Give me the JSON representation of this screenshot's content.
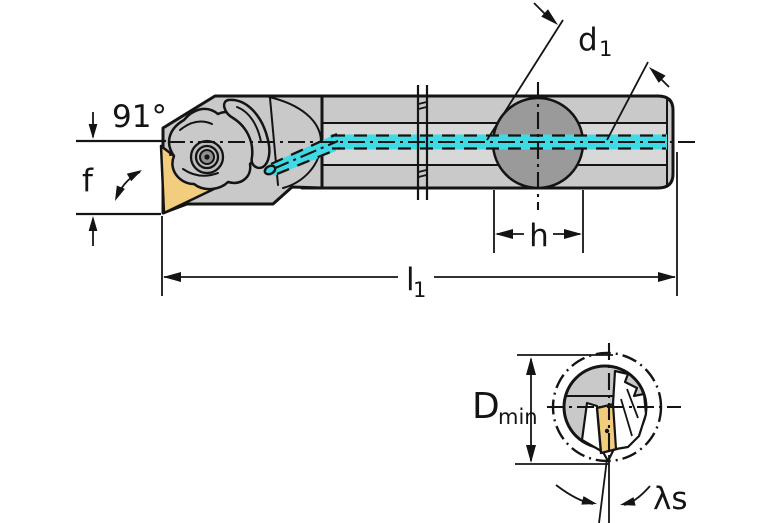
{
  "drawing": {
    "description": "Technical dimension drawing of an internal boring bar with triangular insert and clamp, side view and end view"
  },
  "labels": {
    "entering_angle": "91°",
    "f": "f",
    "d1_main": "d",
    "d1_sub": "1",
    "h": "h",
    "l1_main": "l",
    "l1_sub": "1",
    "dmin_main": "D",
    "dmin_sub": "min",
    "lambda_s": "λs"
  },
  "colors": {
    "line": "#141414",
    "body": "#c9c9c9",
    "body_light": "#d8d8d8",
    "section": "#9a9a9a",
    "coolant": "#40dae4",
    "insert": "#f3cd7e",
    "screw": "#bdbdbd",
    "screw_dark": "#8f8f8f",
    "bg": "#ffffff"
  }
}
